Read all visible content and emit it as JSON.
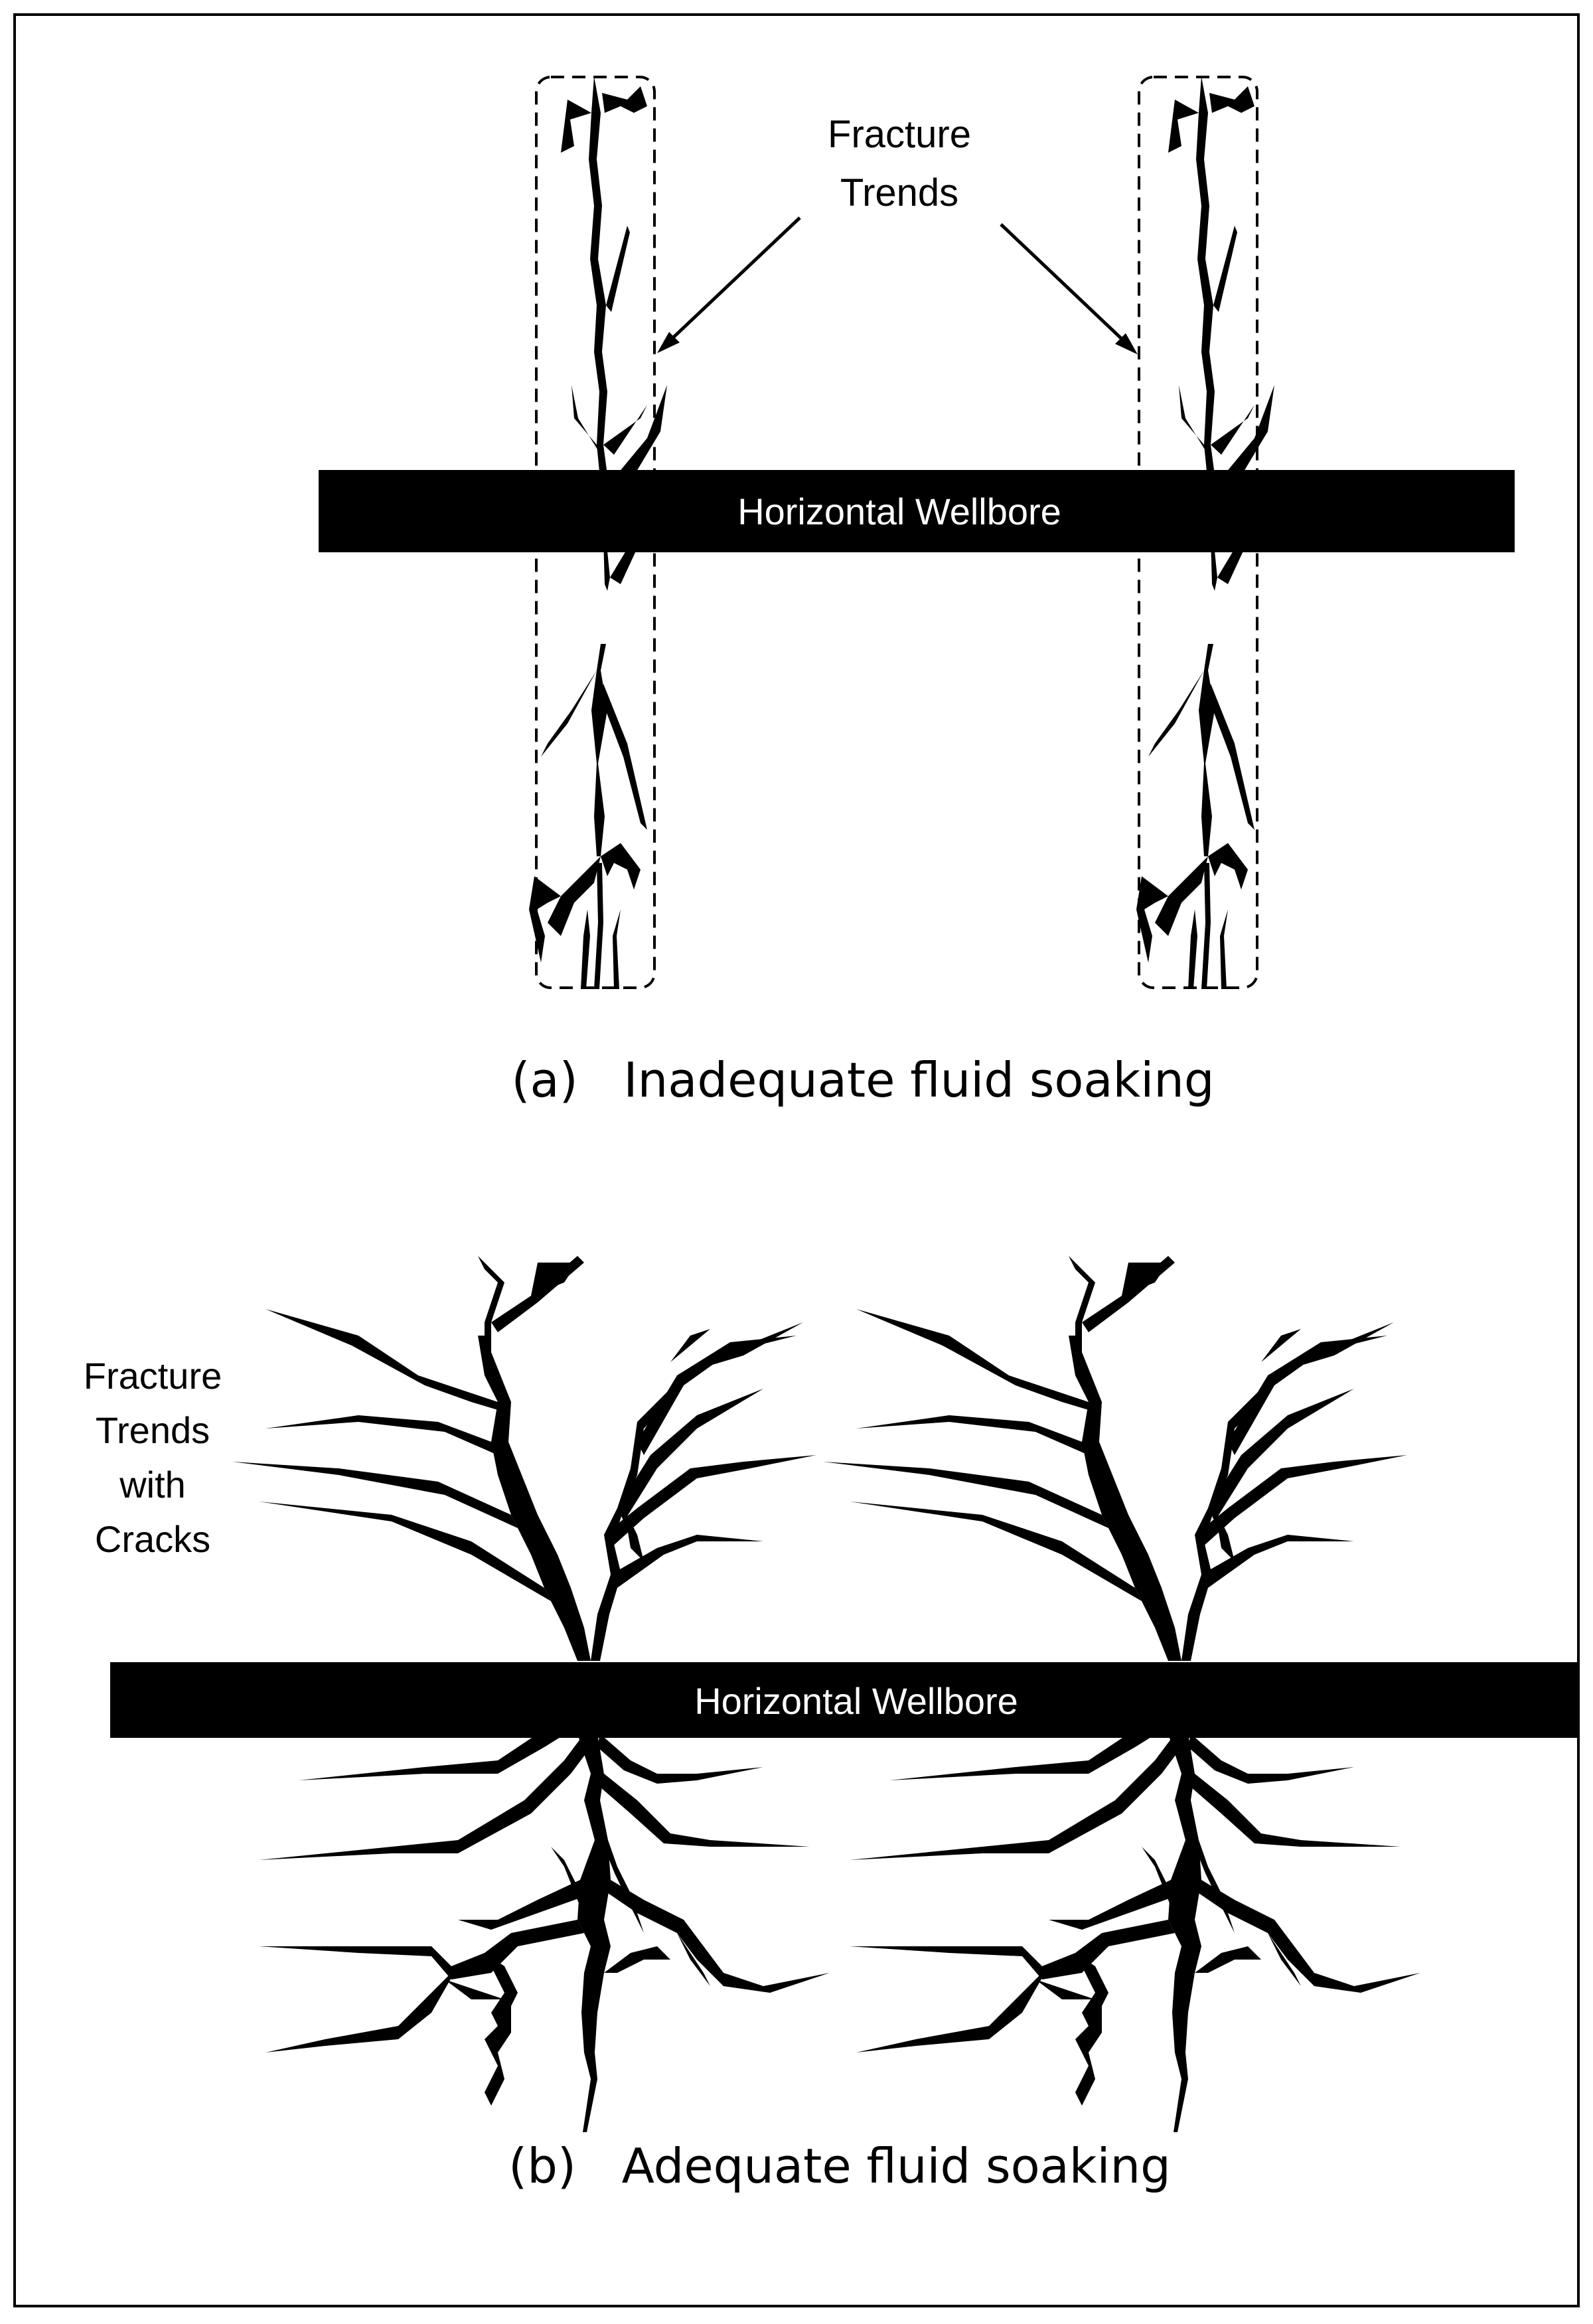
{
  "panel_a": {
    "label": "Fracture Trends",
    "label_lines": [
      "Fracture",
      "Trends"
    ],
    "wellbore_label": "Horizontal Wellbore",
    "caption": "(a)   Inadequate fluid soaking"
  },
  "panel_b": {
    "label_lines": [
      "Fracture",
      "Trends",
      "with",
      "Cracks"
    ],
    "wellbore_label": "Horizontal Wellbore",
    "caption": "(b)   Adequate fluid soaking"
  },
  "colors": {
    "ink": "#000000",
    "paper": "#ffffff",
    "wellbore_text": "#ffffff"
  }
}
